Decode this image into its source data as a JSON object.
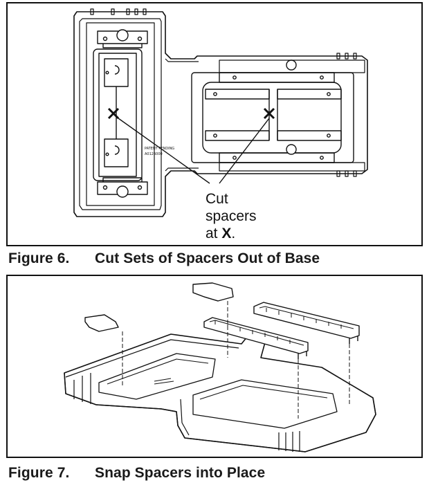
{
  "figures": [
    {
      "number": "Figure 6.",
      "title": "Cut Sets of Spacers Out of Base",
      "callout": {
        "line1": "Cut",
        "line2": "spacers",
        "line3_prefix": "at ",
        "marker": "X",
        "line3_suffix": "."
      },
      "embossed_text": {
        "line1": "PATENT PENDING",
        "line2": "A0126000"
      }
    },
    {
      "number": "Figure 7.",
      "title": "Snap Spacers into Place"
    }
  ]
}
